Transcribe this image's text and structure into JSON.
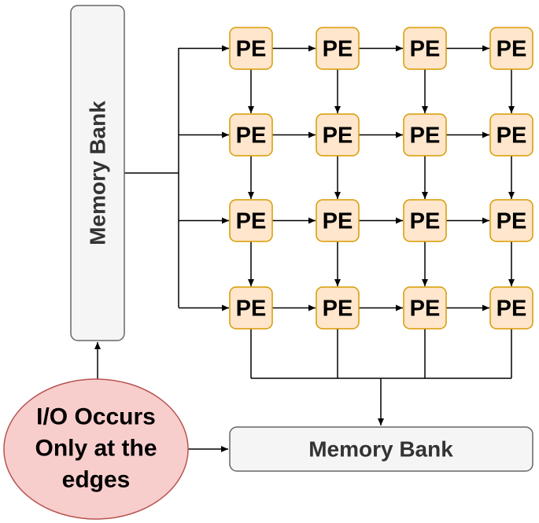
{
  "memory_bank_left": {
    "label": "Memory Bank"
  },
  "memory_bank_bottom": {
    "label": "Memory Bank"
  },
  "io_note": {
    "lines": [
      "I/O Occurs",
      "Only at the",
      "edges"
    ]
  },
  "pe_grid": {
    "label": "PE",
    "rows": 4,
    "cols": 4
  },
  "colors": {
    "pe_fill": "#ffe6cc",
    "pe_stroke": "#d79b00",
    "bank_fill": "#f5f5f5",
    "bank_stroke": "#666666",
    "io_fill": "#f8cecc",
    "io_stroke": "#b85450",
    "line": "#000000"
  }
}
